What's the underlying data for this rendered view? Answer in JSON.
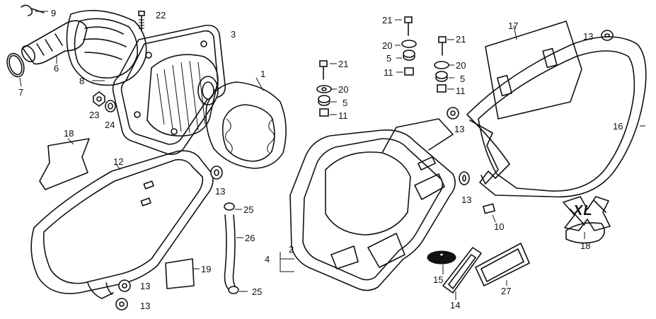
{
  "diagram": {
    "labels": [
      {
        "id": "9",
        "text": "9"
      },
      {
        "id": "22",
        "text": "22"
      },
      {
        "id": "3",
        "text": "3"
      },
      {
        "id": "6",
        "text": "6"
      },
      {
        "id": "7",
        "text": "7"
      },
      {
        "id": "8",
        "text": "8"
      },
      {
        "id": "1",
        "text": "1"
      },
      {
        "id": "23",
        "text": "23"
      },
      {
        "id": "24",
        "text": "24"
      },
      {
        "id": "18a",
        "text": "18"
      },
      {
        "id": "12",
        "text": "12"
      },
      {
        "id": "13a",
        "text": "13"
      },
      {
        "id": "25a",
        "text": "25"
      },
      {
        "id": "26",
        "text": "26"
      },
      {
        "id": "19",
        "text": "19"
      },
      {
        "id": "13b",
        "text": "13"
      },
      {
        "id": "13c",
        "text": "13"
      },
      {
        "id": "25b",
        "text": "25"
      },
      {
        "id": "21a",
        "text": "21"
      },
      {
        "id": "20a",
        "text": "20"
      },
      {
        "id": "5a",
        "text": "5"
      },
      {
        "id": "11a",
        "text": "11"
      },
      {
        "id": "21b",
        "text": "21"
      },
      {
        "id": "20b",
        "text": "20"
      },
      {
        "id": "5b",
        "text": "5"
      },
      {
        "id": "11b",
        "text": "11"
      },
      {
        "id": "21c",
        "text": "21"
      },
      {
        "id": "20c",
        "text": "20"
      },
      {
        "id": "5c",
        "text": "5"
      },
      {
        "id": "11c",
        "text": "11"
      },
      {
        "id": "17",
        "text": "17"
      },
      {
        "id": "13d",
        "text": "13"
      },
      {
        "id": "13e",
        "text": "13"
      },
      {
        "id": "16",
        "text": "16"
      },
      {
        "id": "13f",
        "text": "13"
      },
      {
        "id": "10",
        "text": "10"
      },
      {
        "id": "18b",
        "text": "18"
      },
      {
        "id": "4",
        "text": "4"
      },
      {
        "id": "2",
        "text": "2"
      },
      {
        "id": "15",
        "text": "15"
      },
      {
        "id": "14",
        "text": "14"
      },
      {
        "id": "27",
        "text": "27"
      }
    ],
    "decal_text": "XL"
  }
}
